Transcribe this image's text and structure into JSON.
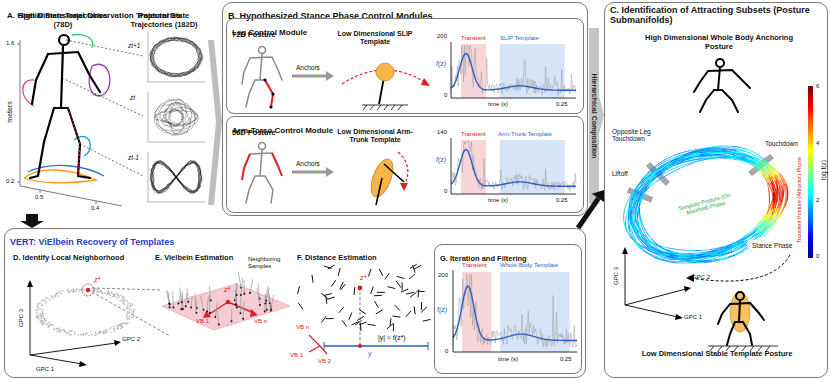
{
  "diagram": {
    "nodes": [
      {
        "text": [
          "A. High Dimensional Observation Trajectories"
        ]
      },
      {
        "text": [
          "B. Hypothesized Stance Phase Control Modules"
        ]
      },
      {
        "text": [
          "Leg Control Module"
        ],
        "in": 1
      },
      {
        "text": [
          "Arm-Torso Control Module"
        ],
        "in": 1
      },
      {
        "text": [
          "C. Identification of Attracting Subsets (Posture Submanifolds)"
        ]
      },
      {
        "text": [
          "VERT: ViElbein Recovery of Templates"
        ]
      },
      {
        "text": [
          "D. Identify Local Neighborhood"
        ],
        "in": 5
      },
      {
        "text": [
          "E. Vielbein Estimation"
        ],
        "in": 5
      },
      {
        "text": [
          "F. Distance Estimation"
        ],
        "in": 5
      },
      {
        "text": [
          "G. Iteration and Filtering"
        ],
        "in": 5
      }
    ],
    "edges": [
      {
        "from": 0,
        "to": 1,
        "arrow": "to"
      },
      {
        "from": 1,
        "to": 4,
        "label": "Hierarchical Composition",
        "arrow": "to"
      },
      {
        "from": 0,
        "to": 5,
        "arrow": "to"
      },
      {
        "from": 5,
        "to": 4,
        "arrow": "to"
      }
    ],
    "labels": [
      "Spatial State Trajectories (78D)",
      "Postural State Trajectories (182D)",
      "1.6",
      "meters",
      "0.2",
      "0.5",
      "0.4",
      "zt+1",
      "zt",
      "zt-1",
      "72D Posture",
      "Anchors",
      "Low Dimensional SLIP Template",
      "f(z)",
      "200",
      "0",
      "Transient",
      "SLIP Template",
      "time (s)",
      "0.25",
      "56D Posture",
      "Anchors",
      "Low Dimensional Arm-Trunk Template",
      "f(z)",
      "140",
      "0",
      "Transient",
      "Arm-Trunk Template",
      "time (s)",
      "0.25",
      "High Dimensional Whole Body Anchoring Posture",
      "Opposite Leg Touchdown",
      "Liftoff",
      "Touchdown",
      "Transient Posture (Attractor) Phase",
      "Template Posture (On Manifold) Phase",
      "Stance Phase",
      "GPC 3",
      "GPC 2",
      "GPC 1",
      "6",
      "4",
      "2",
      "0",
      "log f(z)",
      "Low Dimensional Stable Template Posture",
      "GPC 3",
      "GPC 1",
      "GPC 2",
      "z*",
      "Neighboring Samples",
      "z*",
      "VB 1",
      "VB n",
      "z*",
      "VB n",
      "VB 1",
      "VB 2",
      "y",
      "|y| ≈ f(z*)",
      "200",
      "0",
      "f(z)",
      "Transient",
      "Whole Body Template",
      "time (s)",
      "0.25"
    ]
  }
}
